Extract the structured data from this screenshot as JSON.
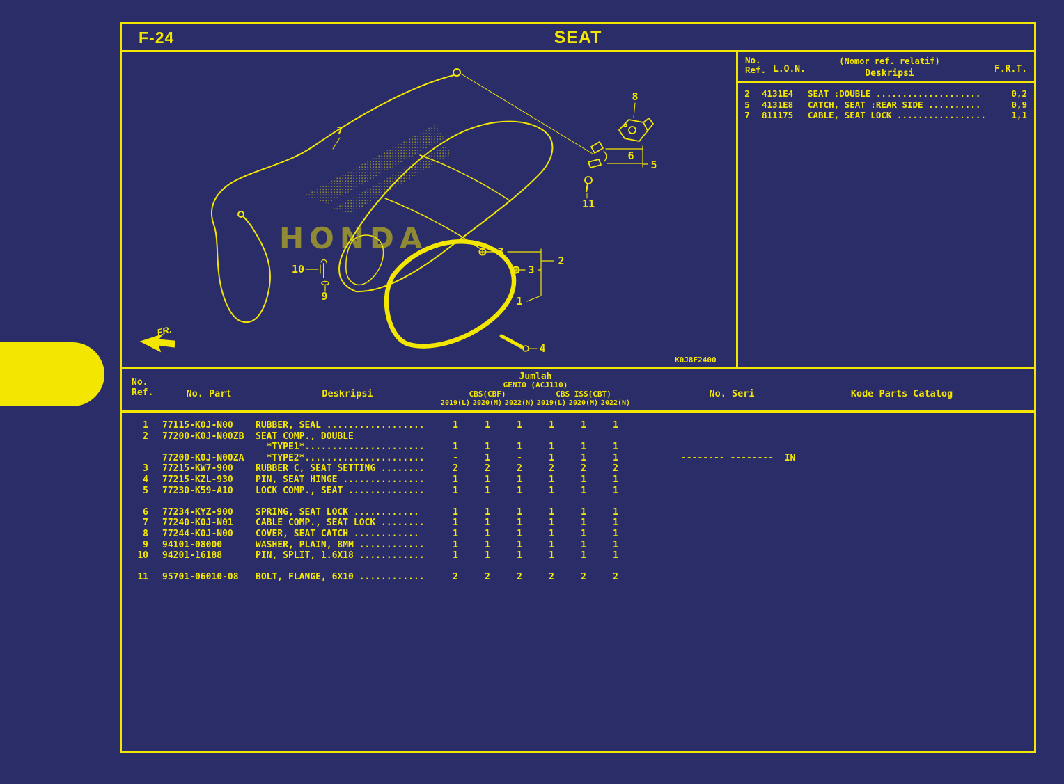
{
  "page": {
    "code": "F-24",
    "title": "SEAT"
  },
  "diagram": {
    "fr_label": "FR.",
    "code": "K0J8F2400",
    "watermark": "HONDA",
    "accent_color": "#f3e600",
    "background_color": "#2a2d68",
    "callouts": {
      "c1": "1",
      "c2": "2",
      "c3a": "3",
      "c3b": "3",
      "c4": "4",
      "c5": "5",
      "c6": "6",
      "c7": "7",
      "c8": "8",
      "c9": "9",
      "c10": "10",
      "c11": "11"
    }
  },
  "ref_table": {
    "headers": {
      "no": "No.",
      "ref": "Ref.",
      "lon": "L.O.N.",
      "note": "(Nomor ref. relatif)",
      "deskripsi": "Deskripsi",
      "frt": "F.R.T."
    },
    "rows": [
      {
        "ref": "2",
        "lon": "4131E4",
        "desc": "SEAT :DOUBLE ....................",
        "frt": "0,2"
      },
      {
        "ref": "5",
        "lon": "4131E8",
        "desc": "CATCH, SEAT :REAR SIDE ..........",
        "frt": "0,9"
      },
      {
        "ref": "7",
        "lon": "811175",
        "desc": "CABLE, SEAT LOCK .................",
        "frt": "1,1"
      }
    ]
  },
  "parts_table": {
    "headers": {
      "no": "No.",
      "ref": "Ref.",
      "part": "No. Part",
      "deskripsi": "Deskripsi",
      "jumlah": "Jumlah",
      "model": "GENIO (ACJ110)",
      "group1": "CBS(CBF)",
      "group2": "CBS ISS(CBT)",
      "years": [
        "2019(L)",
        "2020(M)",
        "2022(N)",
        "2019(L)",
        "2020(M)",
        "2022(N)"
      ],
      "no_seri": "No. Seri",
      "kode": "Kode Parts Catalog"
    },
    "rows": [
      {
        "ref": "1",
        "part": "77115-K0J-N00",
        "desc": "RUBBER, SEAL ..................",
        "qty": [
          "1",
          "1",
          "1",
          "1",
          "1",
          "1"
        ]
      },
      {
        "ref": "2",
        "part": "77200-K0J-N00ZB",
        "desc": "SEAT COMP., DOUBLE",
        "qty": []
      },
      {
        "ref": "",
        "part": "",
        "desc": "  *TYPE1*......................",
        "qty": [
          "1",
          "1",
          "1",
          "1",
          "1",
          "1"
        ]
      },
      {
        "ref": "",
        "part": "77200-K0J-N00ZA",
        "desc": "  *TYPE2*......................",
        "qty": [
          "-",
          "1",
          "-",
          "1",
          "1",
          "1"
        ],
        "seri": "-------- --------  IN"
      },
      {
        "ref": "3",
        "part": "77215-KW7-900",
        "desc": "RUBBER C, SEAT SETTING ........",
        "qty": [
          "2",
          "2",
          "2",
          "2",
          "2",
          "2"
        ]
      },
      {
        "ref": "4",
        "part": "77215-KZL-930",
        "desc": "PIN, SEAT HINGE ...............",
        "qty": [
          "1",
          "1",
          "1",
          "1",
          "1",
          "1"
        ]
      },
      {
        "ref": "5",
        "part": "77230-K59-A10",
        "desc": "LOCK COMP., SEAT ..............",
        "qty": [
          "1",
          "1",
          "1",
          "1",
          "1",
          "1"
        ]
      },
      {
        "ref": "6",
        "part": "77234-KYZ-900",
        "desc": "SPRING, SEAT LOCK ............",
        "qty": [
          "1",
          "1",
          "1",
          "1",
          "1",
          "1"
        ],
        "gap": true
      },
      {
        "ref": "7",
        "part": "77240-K0J-N01",
        "desc": "CABLE COMP., SEAT LOCK ........",
        "qty": [
          "1",
          "1",
          "1",
          "1",
          "1",
          "1"
        ]
      },
      {
        "ref": "8",
        "part": "77244-K0J-N00",
        "desc": "COVER, SEAT CATCH ............",
        "qty": [
          "1",
          "1",
          "1",
          "1",
          "1",
          "1"
        ]
      },
      {
        "ref": "9",
        "part": "94101-08000",
        "desc": "WASHER, PLAIN, 8MM ............",
        "qty": [
          "1",
          "1",
          "1",
          "1",
          "1",
          "1"
        ]
      },
      {
        "ref": "10",
        "part": "94201-16188",
        "desc": "PIN, SPLIT, 1.6X18 ............",
        "qty": [
          "1",
          "1",
          "1",
          "1",
          "1",
          "1"
        ]
      },
      {
        "ref": "11",
        "part": "95701-06010-08",
        "desc": "BOLT, FLANGE, 6X10 ............",
        "qty": [
          "2",
          "2",
          "2",
          "2",
          "2",
          "2"
        ],
        "gap": true
      }
    ]
  }
}
